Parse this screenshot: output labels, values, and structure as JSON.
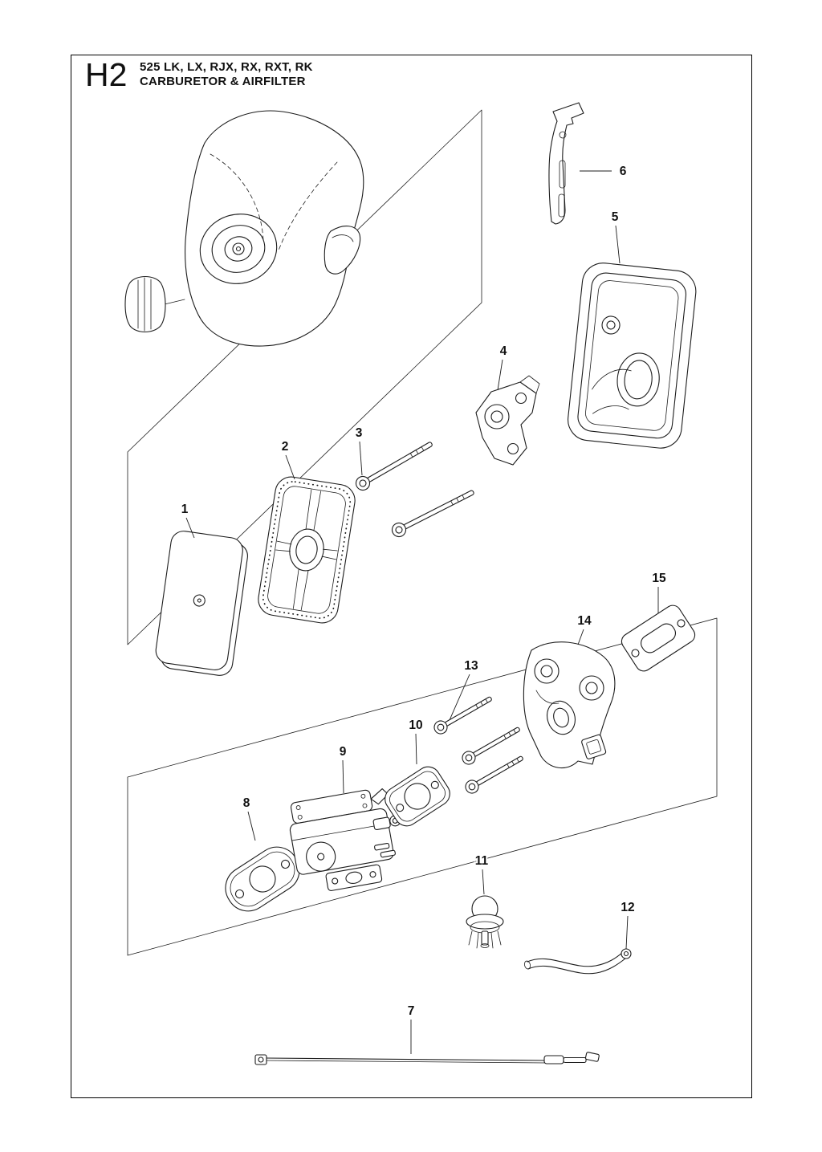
{
  "header": {
    "code": "H2",
    "models": "525 LK, LX, RJX, RX, RXT, RK",
    "section": "CARBURETOR & AIRFILTER"
  },
  "parts": [
    "1",
    "2",
    "3",
    "4",
    "5",
    "6",
    "7",
    "8",
    "9",
    "10",
    "11",
    "12",
    "13",
    "14",
    "15"
  ],
  "colors": {
    "line": "#1c1c1c",
    "paper": "#ffffff"
  }
}
